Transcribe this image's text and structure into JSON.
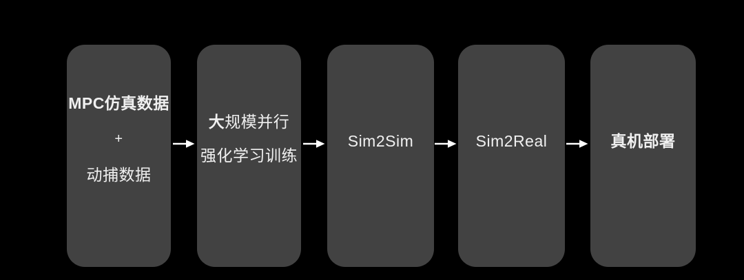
{
  "theme": {
    "background": "#000000",
    "box_bg": "#424242",
    "text_color": "#f0f0f0",
    "arrow_color": "#ffffff"
  },
  "diagram": {
    "type": "flowchart",
    "direction": "left-to-right",
    "connector": "arrow-right",
    "stages": [
      {
        "name": "training-data",
        "line1": "MPC仿真数据",
        "line2": "+",
        "line3": "动捕数据"
      },
      {
        "name": "rl-training",
        "line1_bold": "大",
        "line1_rest": "规模并行",
        "line2": "强化学习训练"
      },
      {
        "name": "sim2sim",
        "label": "Sim2Sim"
      },
      {
        "name": "sim2real",
        "label": "Sim2Real"
      },
      {
        "name": "deployment",
        "label": "真机部署"
      }
    ]
  }
}
